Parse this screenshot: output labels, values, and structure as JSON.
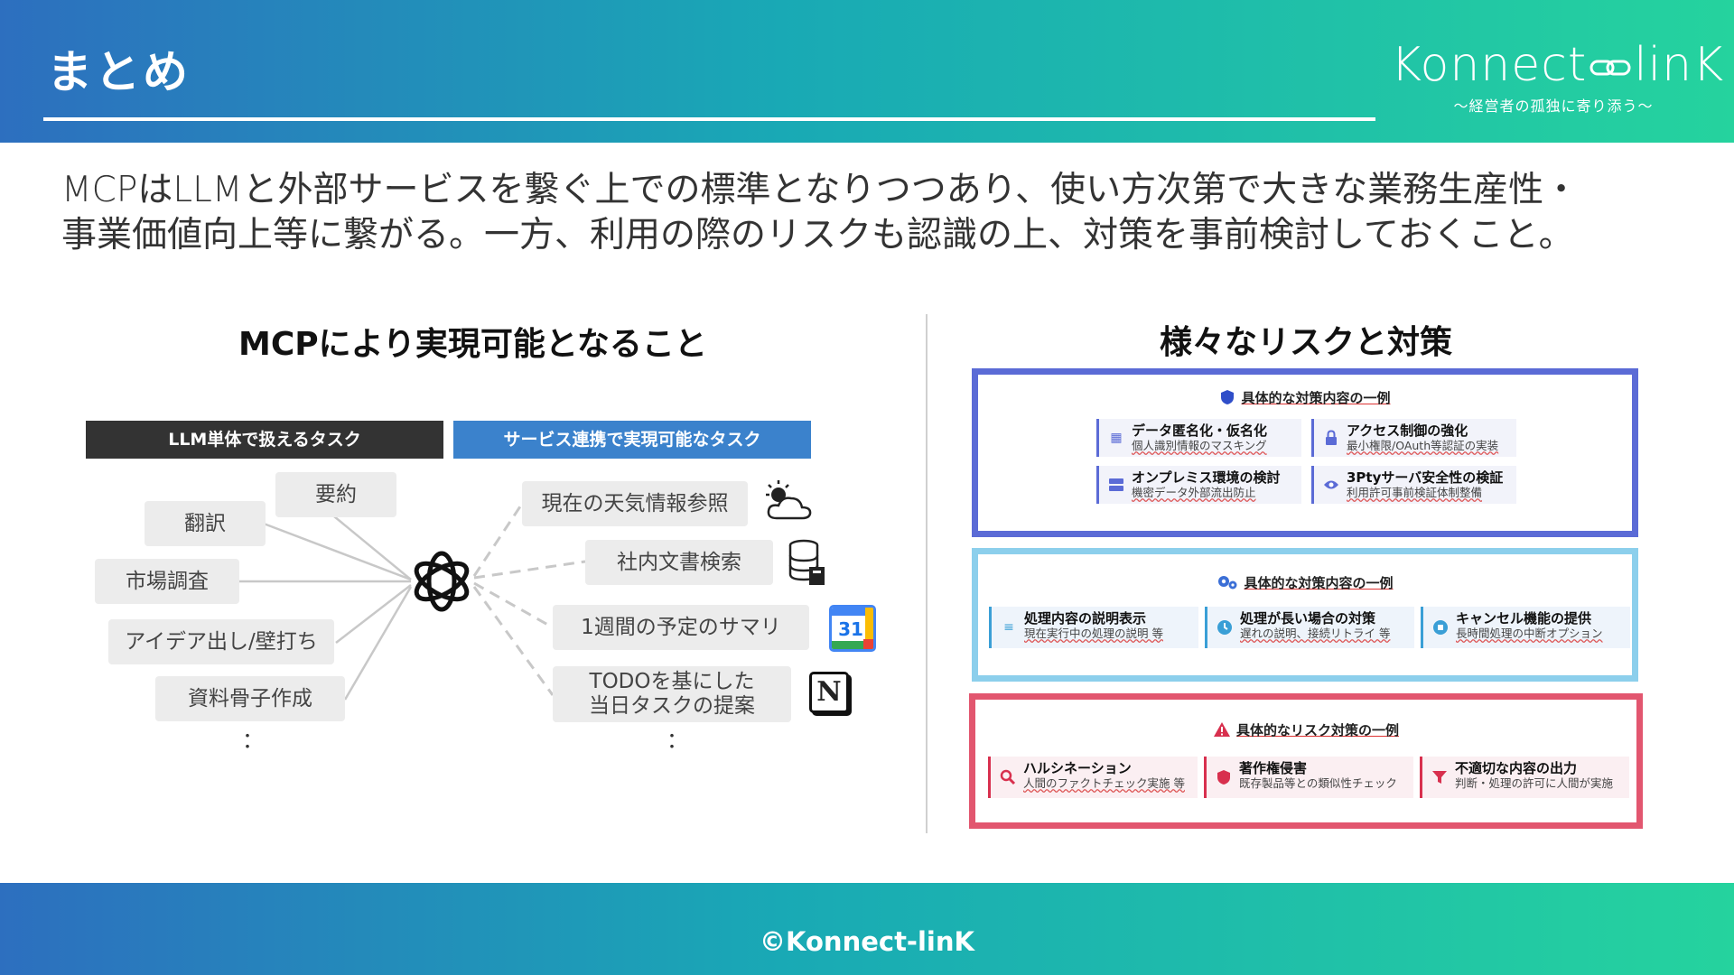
{
  "header": {
    "title": "まとめ"
  },
  "logo": {
    "word_left": "Konnect",
    "word_right": "linK",
    "tagline": "～経営者の孤独に寄り添う～"
  },
  "lead": {
    "line1": "MCPはLLMと外部サービスを繋ぐ上での標準となりつつあり、使い方次第で大きな業務生産性・",
    "line2": "事業価値向上等に繋がる。一方、利用の際のリスクも認識の上、対策を事前検討しておくこと。"
  },
  "left": {
    "title": "MCPにより実現可能となること",
    "head_llm": "LLM単体で扱えるタスク",
    "head_service": "サービス連携で実現可能なタスク",
    "llm_tasks": [
      "要約",
      "翻訳",
      "市場調査",
      "アイデア出し/壁打ち",
      "資料骨子作成"
    ],
    "service_tasks": [
      "現在の天気情報参照",
      "社内文書検索",
      "1週間の予定のサマリ",
      "TODOを基にした\n当日タスクの提案"
    ],
    "ellipsis": "：",
    "calendar_day": "31",
    "notion_letter": "N",
    "colors": {
      "llm_head": "#333333",
      "service_head": "#3b82cc"
    }
  },
  "right": {
    "title": "様々なリスクと対策",
    "panels": [
      {
        "title": "具体的な対策内容の一例",
        "border": "#5b6bd6",
        "accent": "#5b6bd6",
        "cards": [
          {
            "icon": "building-icon",
            "title": "データ匿名化・仮名化",
            "sub": "個人識別情報のマスキング"
          },
          {
            "icon": "lock-icon",
            "title": "アクセス制御の強化",
            "sub": "最小権限/OAuth等認証の実装"
          },
          {
            "icon": "server-icon",
            "title": "オンプレミス環境の検討",
            "sub": "機密データ外部流出防止"
          },
          {
            "icon": "eye-icon",
            "title": "3Ptyサーバ安全性の検証",
            "sub": "利用許可事前検証体制整備"
          }
        ]
      },
      {
        "title": "具体的な対策内容の一例",
        "border": "#8ccfec",
        "accent": "#3a9fd6",
        "cards": [
          {
            "icon": "list-icon",
            "title": "処理内容の説明表示",
            "sub": "現在実行中の処理の説明 等"
          },
          {
            "icon": "clock-icon",
            "title": "処理が長い場合の対策",
            "sub": "遅れの説明、接続リトライ 等"
          },
          {
            "icon": "stop-icon",
            "title": "キャンセル機能の提供",
            "sub": "長時間処理の中断オプション"
          }
        ]
      },
      {
        "title": "具体的なリスク対策の一例",
        "border": "#e2566f",
        "accent": "#d8304e",
        "cards": [
          {
            "icon": "magnifier-icon",
            "title": "ハルシネーション",
            "sub": "人間のファクトチェック実施 等"
          },
          {
            "icon": "shield-icon",
            "title": "著作権侵害",
            "sub": "既存製品等との類似性チェック"
          },
          {
            "icon": "filter-icon",
            "title": "不適切な内容の出力",
            "sub": "判断・処理の許可に人間が実施"
          }
        ]
      }
    ]
  },
  "footer": {
    "text": "©Konnect-linK"
  }
}
